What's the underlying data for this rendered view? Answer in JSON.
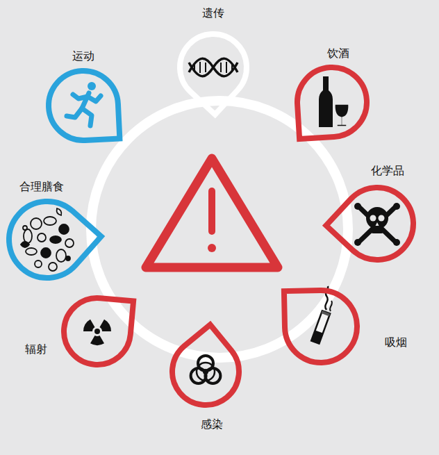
{
  "diagram": {
    "nodes": [
      {
        "text": [
          "遗传"
        ]
      },
      {
        "text": [
          "饮酒"
        ]
      },
      {
        "text": [
          "化学品"
        ]
      },
      {
        "text": [
          "吸烟"
        ]
      },
      {
        "text": [
          "感染"
        ]
      },
      {
        "text": [
          "辐射"
        ]
      },
      {
        "text": [
          "合理膳食"
        ]
      },
      {
        "text": [
          "运动"
        ]
      }
    ]
  }
}
